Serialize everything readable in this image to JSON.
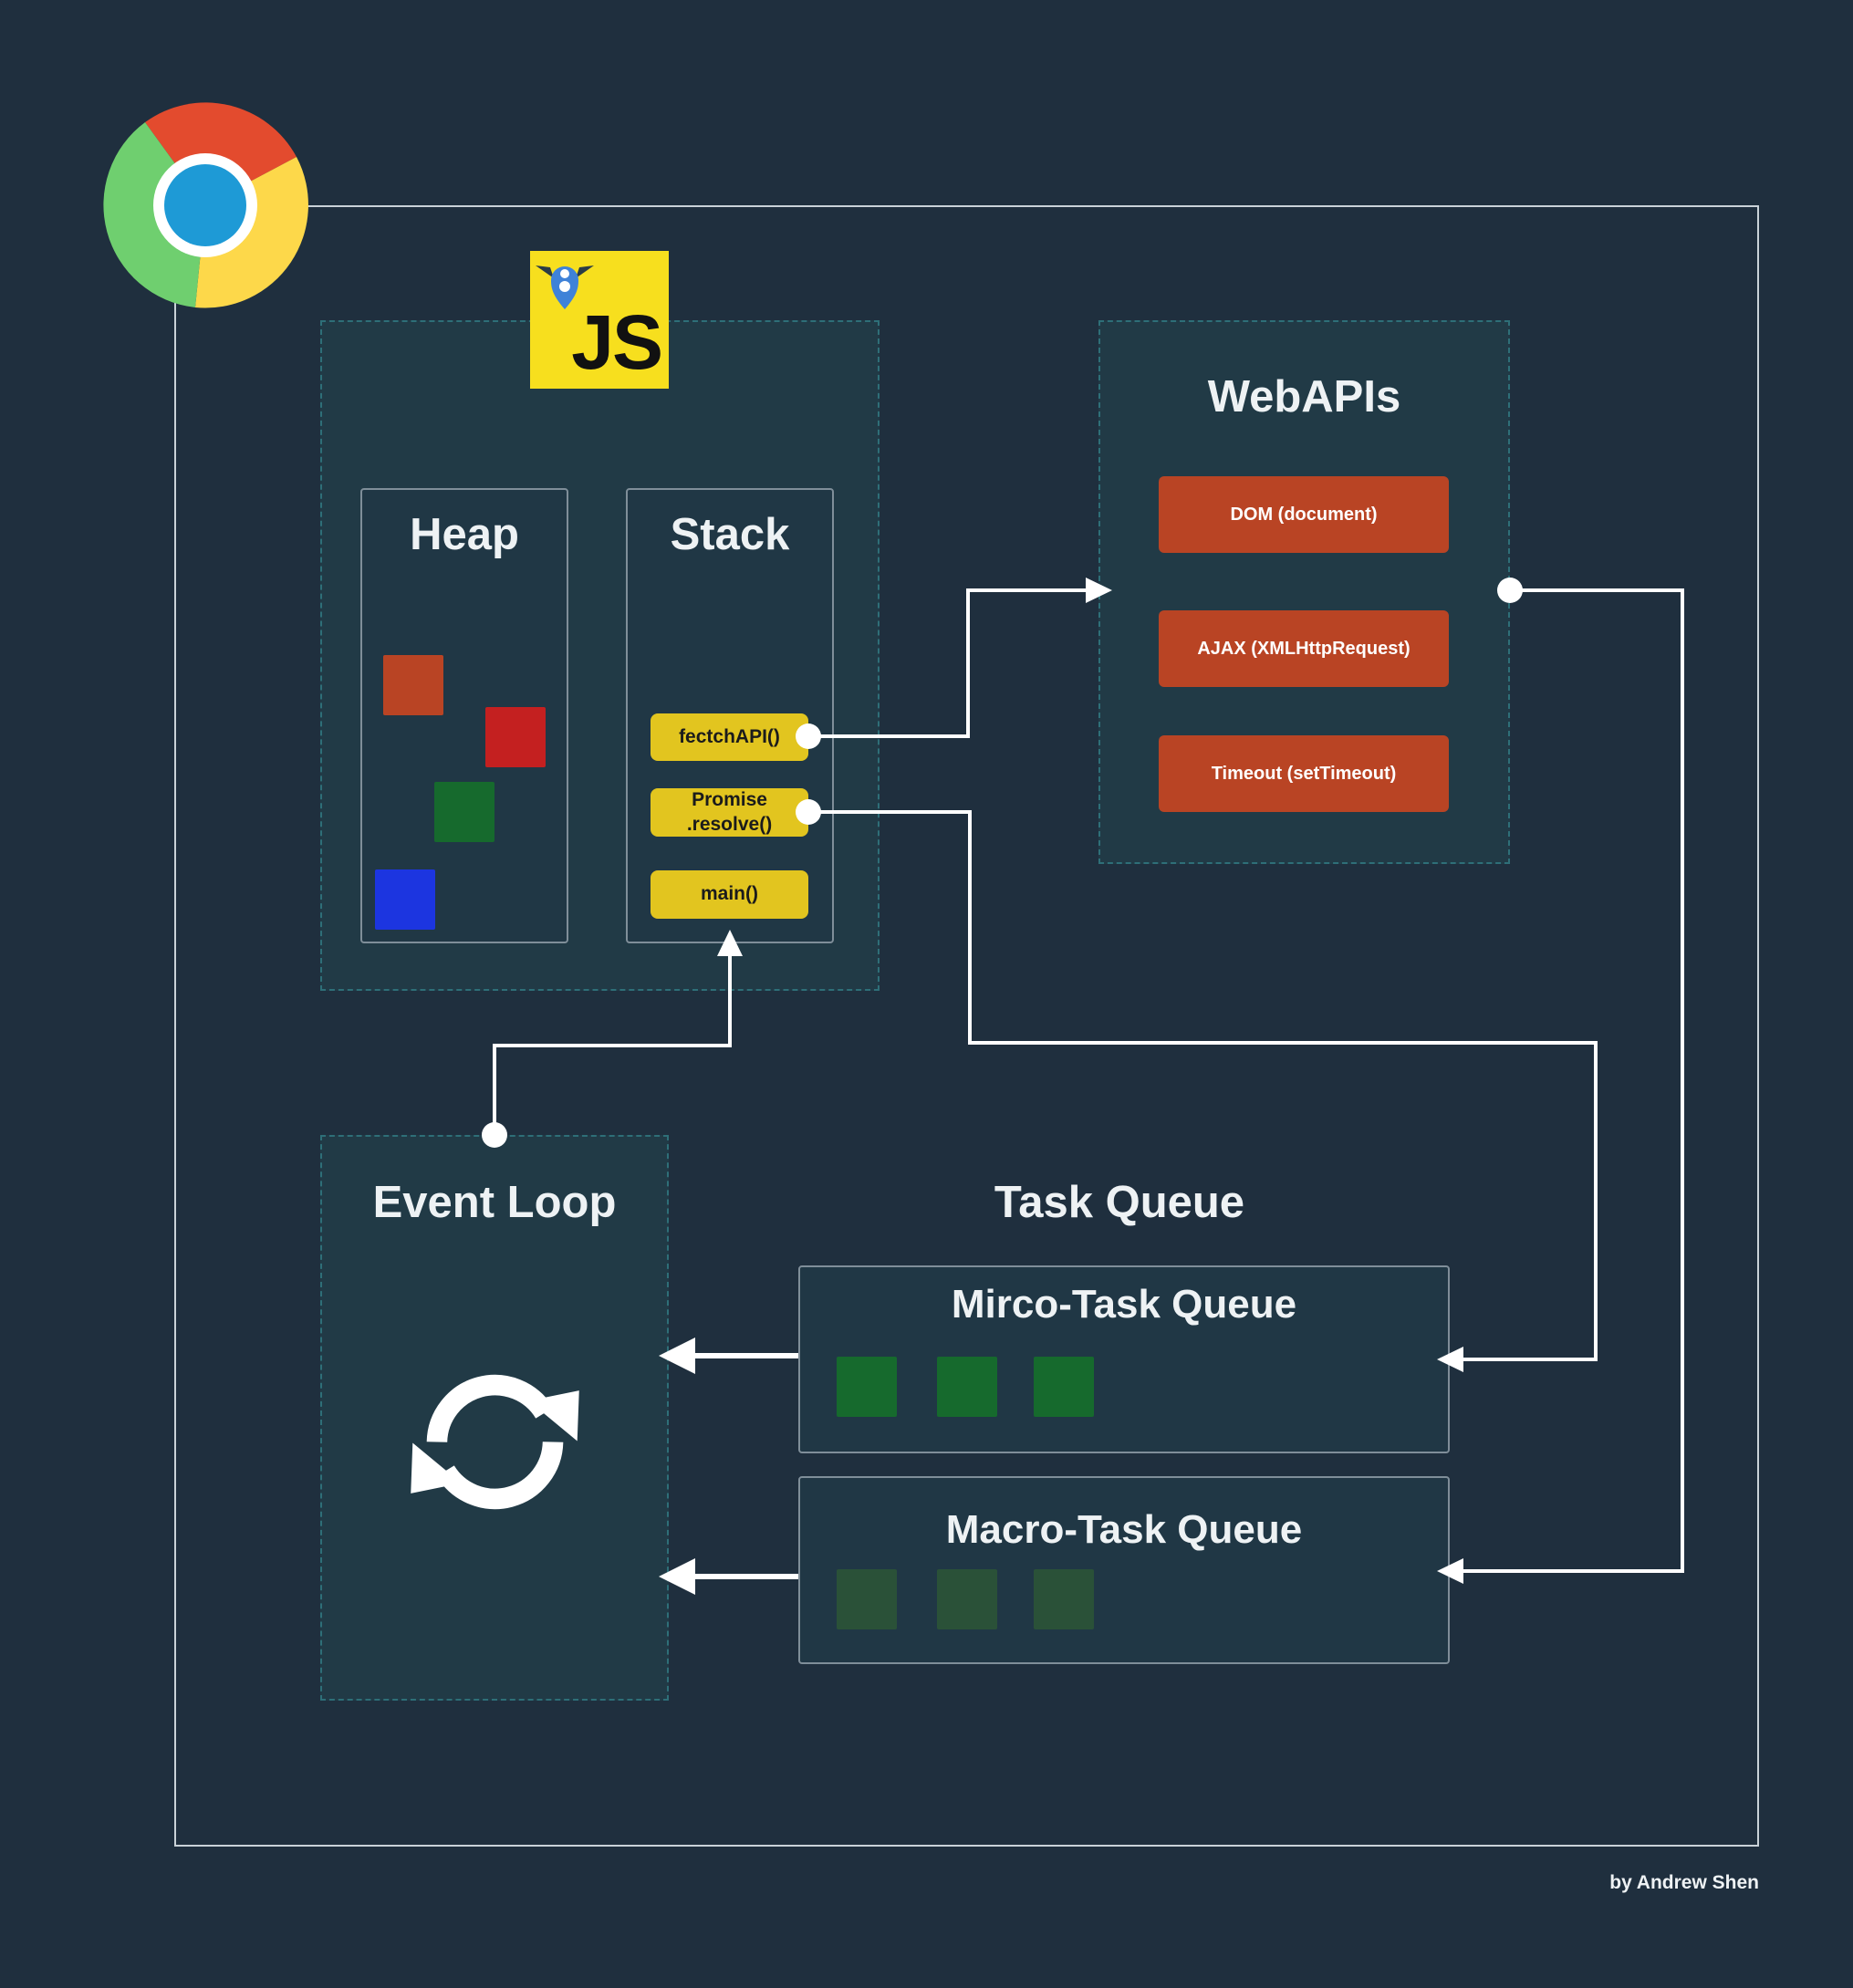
{
  "engine": {
    "logo_text": "JS"
  },
  "heap": {
    "title": "Heap",
    "objects": [
      {
        "color": "#b94424"
      },
      {
        "color": "#c42020"
      },
      {
        "color": "#166a2d"
      },
      {
        "color": "#1c35e0"
      }
    ]
  },
  "stack": {
    "title": "Stack",
    "frames": [
      {
        "label": "fectchAPI()"
      },
      {
        "label_line1": "Promise",
        "label_line2": ".resolve()"
      },
      {
        "label": "main()"
      }
    ]
  },
  "webapis": {
    "title": "WebAPIs",
    "items": [
      {
        "label": "DOM (document)"
      },
      {
        "label": "AJAX (XMLHttpRequest)"
      },
      {
        "label": "Timeout (setTimeout)"
      }
    ]
  },
  "event_loop": {
    "title": "Event Loop"
  },
  "task_queue": {
    "title": "Task Queue",
    "micro": {
      "title": "Mirco-Task Queue",
      "color": "#166a2d",
      "count": 3
    },
    "macro": {
      "title": "Macro-Task Queue",
      "color": "#2a5138",
      "count": 3
    }
  },
  "colors": {
    "background": "#1f2f3e",
    "zone": "#213a46",
    "frame": "#e2c51f",
    "api": "#b94424",
    "connector": "#ffffff"
  },
  "credit": "by Andrew Shen"
}
